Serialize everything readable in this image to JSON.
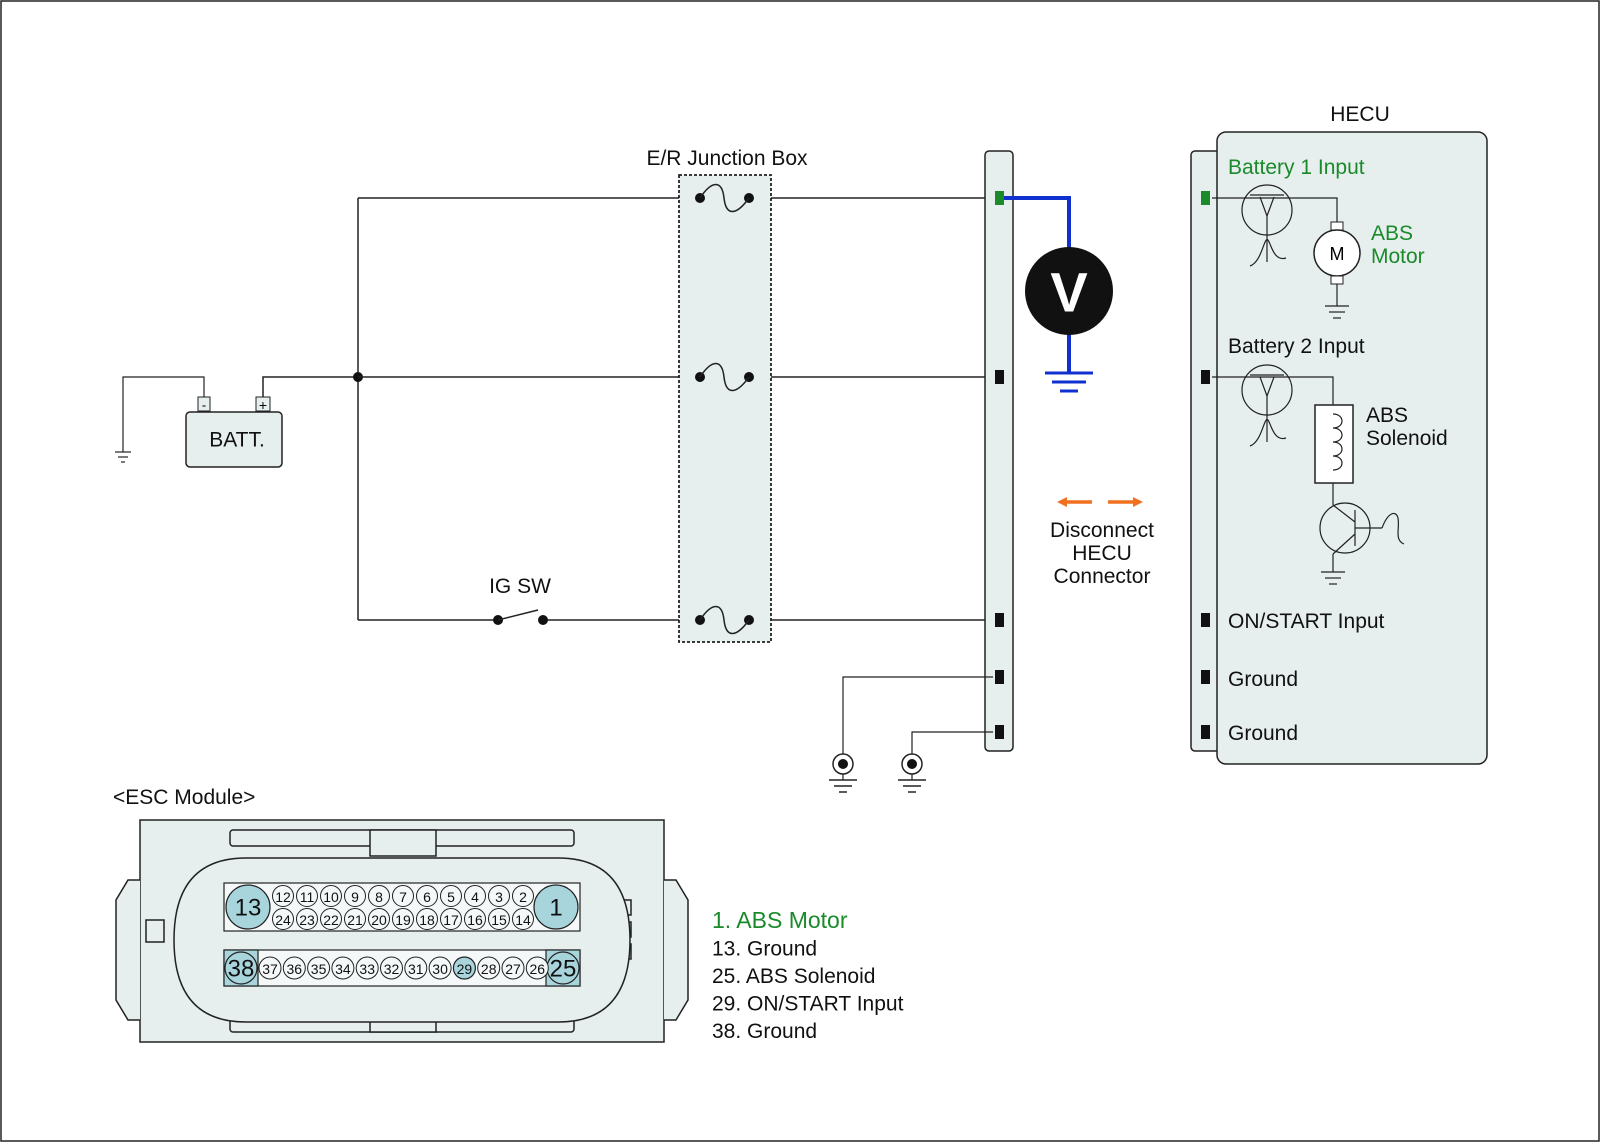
{
  "labels": {
    "junction_box": "E/R Junction Box",
    "battery": "BATT.",
    "battery_neg": "-",
    "battery_pos": "+",
    "ig_sw": "IG SW",
    "voltmeter": "V",
    "hecu": "HECU",
    "battery1_input": "Battery 1 Input",
    "abs_motor_line1": "ABS",
    "abs_motor_line2": "Motor",
    "motor_symbol": "M",
    "battery2_input": "Battery 2 Input",
    "abs_solenoid_line1": "ABS",
    "abs_solenoid_line2": "Solenoid",
    "on_start_input": "ON/START Input",
    "ground_1": "Ground",
    "ground_2": "Ground",
    "disconnect_line1": "Disconnect",
    "disconnect_line2": "HECU",
    "disconnect_line3": "Connector",
    "esc_module": "<ESC Module>"
  },
  "connector": {
    "row1_big_left": "13",
    "row1_big_right": "1",
    "row1_top": [
      "12",
      "11",
      "10",
      "9",
      "8",
      "7",
      "6",
      "5",
      "4",
      "3",
      "2"
    ],
    "row1_bottom": [
      "24",
      "23",
      "22",
      "21",
      "20",
      "19",
      "18",
      "17",
      "16",
      "15",
      "14"
    ],
    "row2_big_left": "38",
    "row2_big_right": "25",
    "row2": [
      "37",
      "36",
      "35",
      "34",
      "33",
      "32",
      "31",
      "30",
      "29",
      "28",
      "27",
      "26"
    ],
    "highlighted_pin": "29"
  },
  "legend": [
    {
      "text": "1. ABS Motor",
      "color": "#1a8a2a"
    },
    {
      "text": "13. Ground",
      "color": "#111111"
    },
    {
      "text": "25. ABS Solenoid",
      "color": "#111111"
    },
    {
      "text": "29. ON/START Input",
      "color": "#111111"
    },
    {
      "text": "38. Ground",
      "color": "#111111"
    }
  ],
  "colors": {
    "probe_wire": "#1030d0",
    "active_pin": "#1a8a2a",
    "arrow": "#f07020",
    "panel": "#e6eeee",
    "pin_highlight": "#a8d4dc"
  }
}
